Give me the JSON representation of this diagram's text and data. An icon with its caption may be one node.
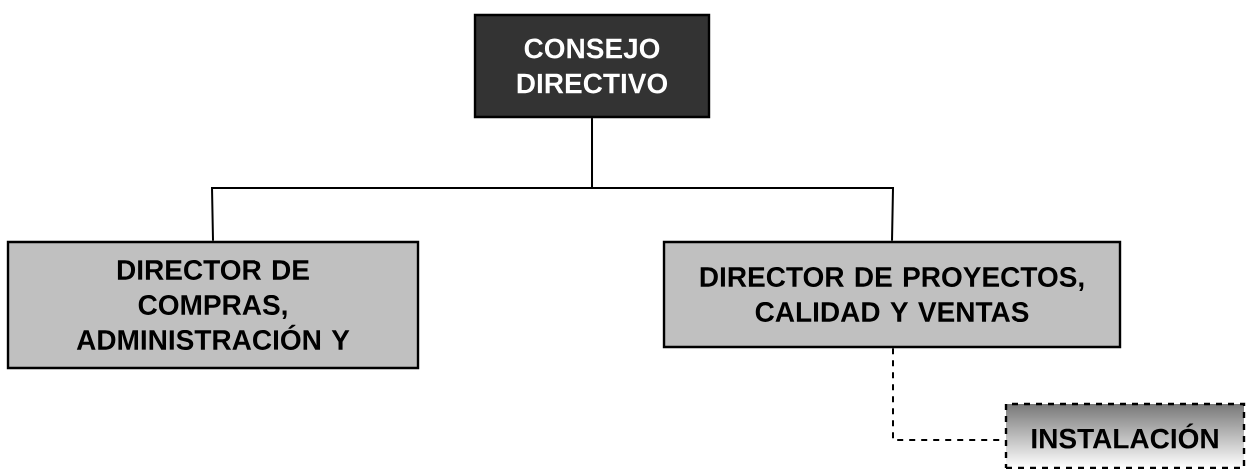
{
  "diagram": {
    "nodes": [
      {
        "text": [
          "CONSEJO DIRECTIVO"
        ]
      },
      {
        "text": [
          "DIRECTOR DE COMPRAS, ADMINISTRACIÓN Y"
        ]
      },
      {
        "text": [
          "DIRECTOR DE PROYECTOS, CALIDAD Y VENTAS"
        ]
      },
      {
        "text": [
          "INSTALACIÓN"
        ]
      }
    ],
    "edges": [
      {
        "from": 0,
        "to": 1,
        "arrow": "none"
      },
      {
        "from": 0,
        "to": 2,
        "arrow": "none"
      },
      {
        "from": 2,
        "to": 3,
        "arrow": "none",
        "style": "dashed"
      }
    ]
  }
}
